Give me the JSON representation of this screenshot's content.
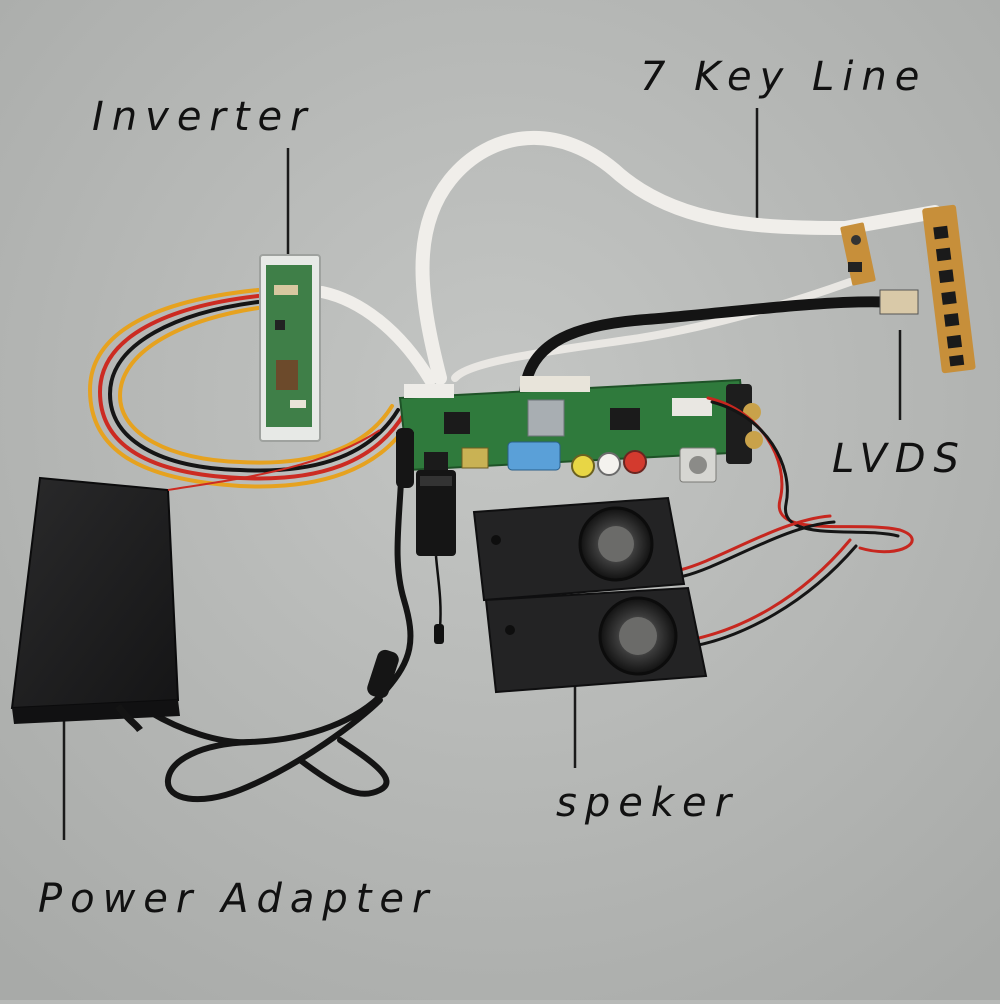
{
  "photo": {
    "background_color": "#b7b9b7",
    "board_color": "#2f7a3c",
    "adapter_color": "#1d1d1e",
    "speaker_color": "#232324",
    "ribbon_color": "#f0eeea",
    "label_color": "#111111"
  },
  "labels": {
    "inverter": "Inverter",
    "key_line": "7 Key Line",
    "lvds": "LVDS",
    "speaker": "speker",
    "power_adapter": "Power Adapter"
  }
}
